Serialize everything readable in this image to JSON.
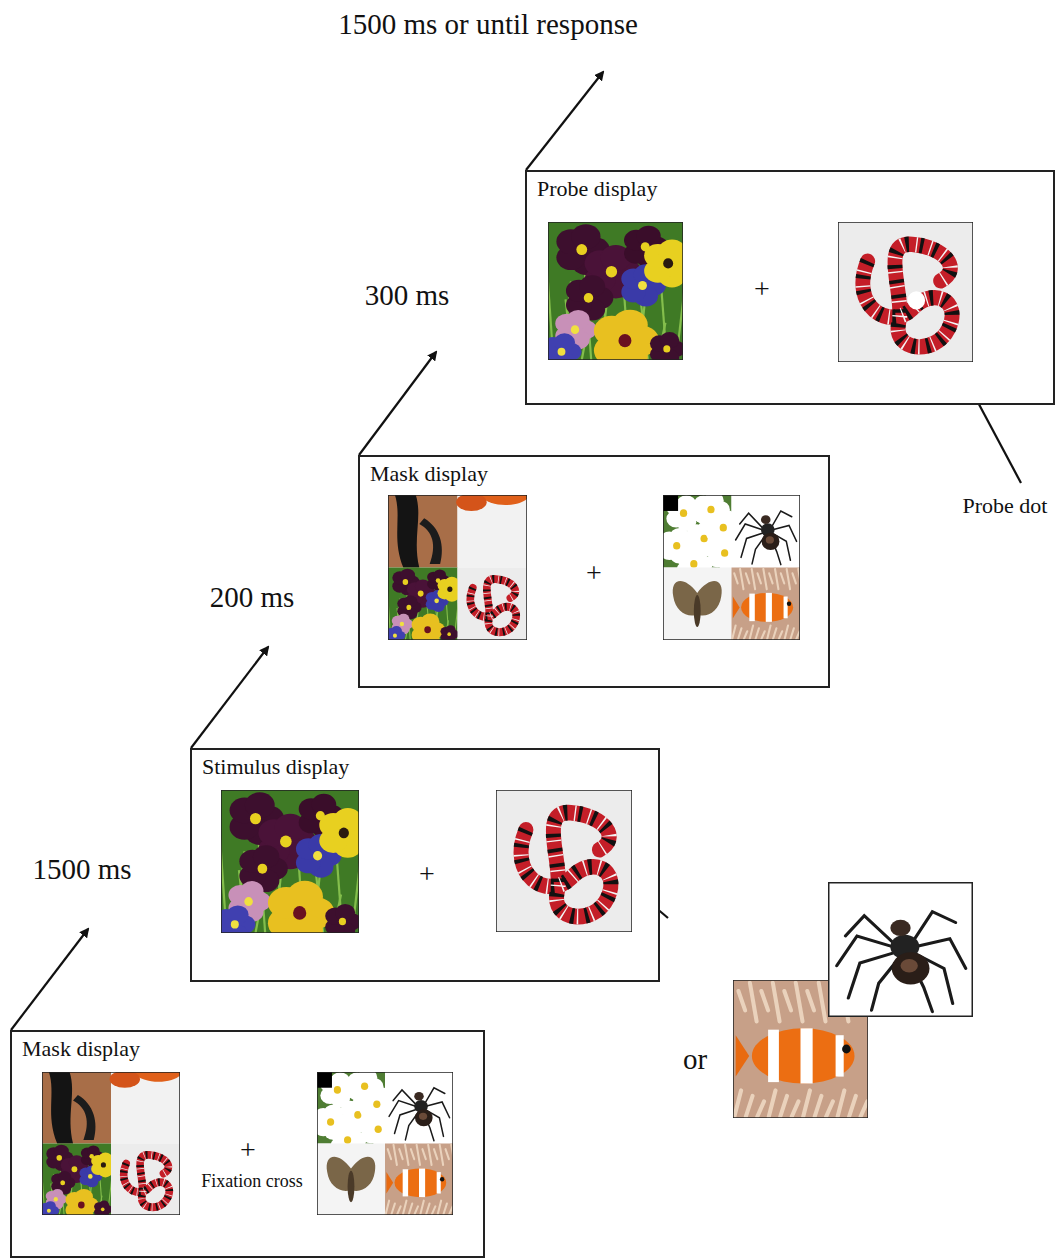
{
  "diagram": {
    "nodes": [
      {
        "text": [
          "Mask display",
          "+",
          "Fixation cross"
        ]
      },
      {
        "text": [
          "Stimulus display",
          "+"
        ]
      },
      {
        "text": [
          "Mask display",
          "+"
        ]
      },
      {
        "text": [
          "Probe display",
          "+"
        ]
      }
    ],
    "labels": [
      "1500 ms or until response",
      "300 ms",
      "200 ms",
      "1500 ms",
      "Probe dot",
      "or"
    ]
  }
}
